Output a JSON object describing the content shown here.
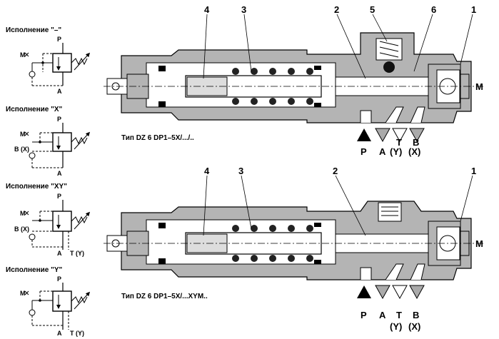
{
  "variants": [
    {
      "title": "Исполнение \"–\"",
      "ports": {
        "P": "P",
        "A": "A",
        "M": "M"
      }
    },
    {
      "title": "Исполнение \"X\"",
      "ports": {
        "P": "P",
        "A": "A",
        "M": "M",
        "B": "B (X)"
      }
    },
    {
      "title": "Исполнение \"XY\"",
      "ports": {
        "P": "P",
        "A": "A",
        "M": "M",
        "B": "B (X)",
        "T": "T (Y)"
      }
    },
    {
      "title": "Исполнение \"Y\"",
      "ports": {
        "P": "P",
        "A": "A",
        "M": "M",
        "T": "T (Y)"
      }
    }
  ],
  "sections": [
    {
      "caption": "Тип DZ 6 DP1–5X/.../..",
      "callouts": [
        "4",
        "3",
        "2",
        "5",
        "6",
        "1"
      ],
      "m_label": "M",
      "ports": [
        {
          "top": "P",
          "bottom": ""
        },
        {
          "top": "A",
          "bottom": ""
        },
        {
          "top": "T",
          "bottom": "(Y)"
        },
        {
          "top": "B",
          "bottom": "(X)"
        }
      ]
    },
    {
      "caption": "Тип DZ 6 DP1–5X/...XYM..",
      "callouts": [
        "4",
        "3",
        "2",
        "1"
      ],
      "m_label": "M",
      "ports": [
        {
          "top": "P",
          "bottom": ""
        },
        {
          "top": "A",
          "bottom": ""
        },
        {
          "top": "T",
          "bottom": "(Y)"
        },
        {
          "top": "B",
          "bottom": "(X)"
        }
      ]
    }
  ],
  "colors": {
    "body": "#b4b4b4",
    "line": "#000000",
    "white": "#ffffff",
    "dark": "#4a4a4a"
  }
}
